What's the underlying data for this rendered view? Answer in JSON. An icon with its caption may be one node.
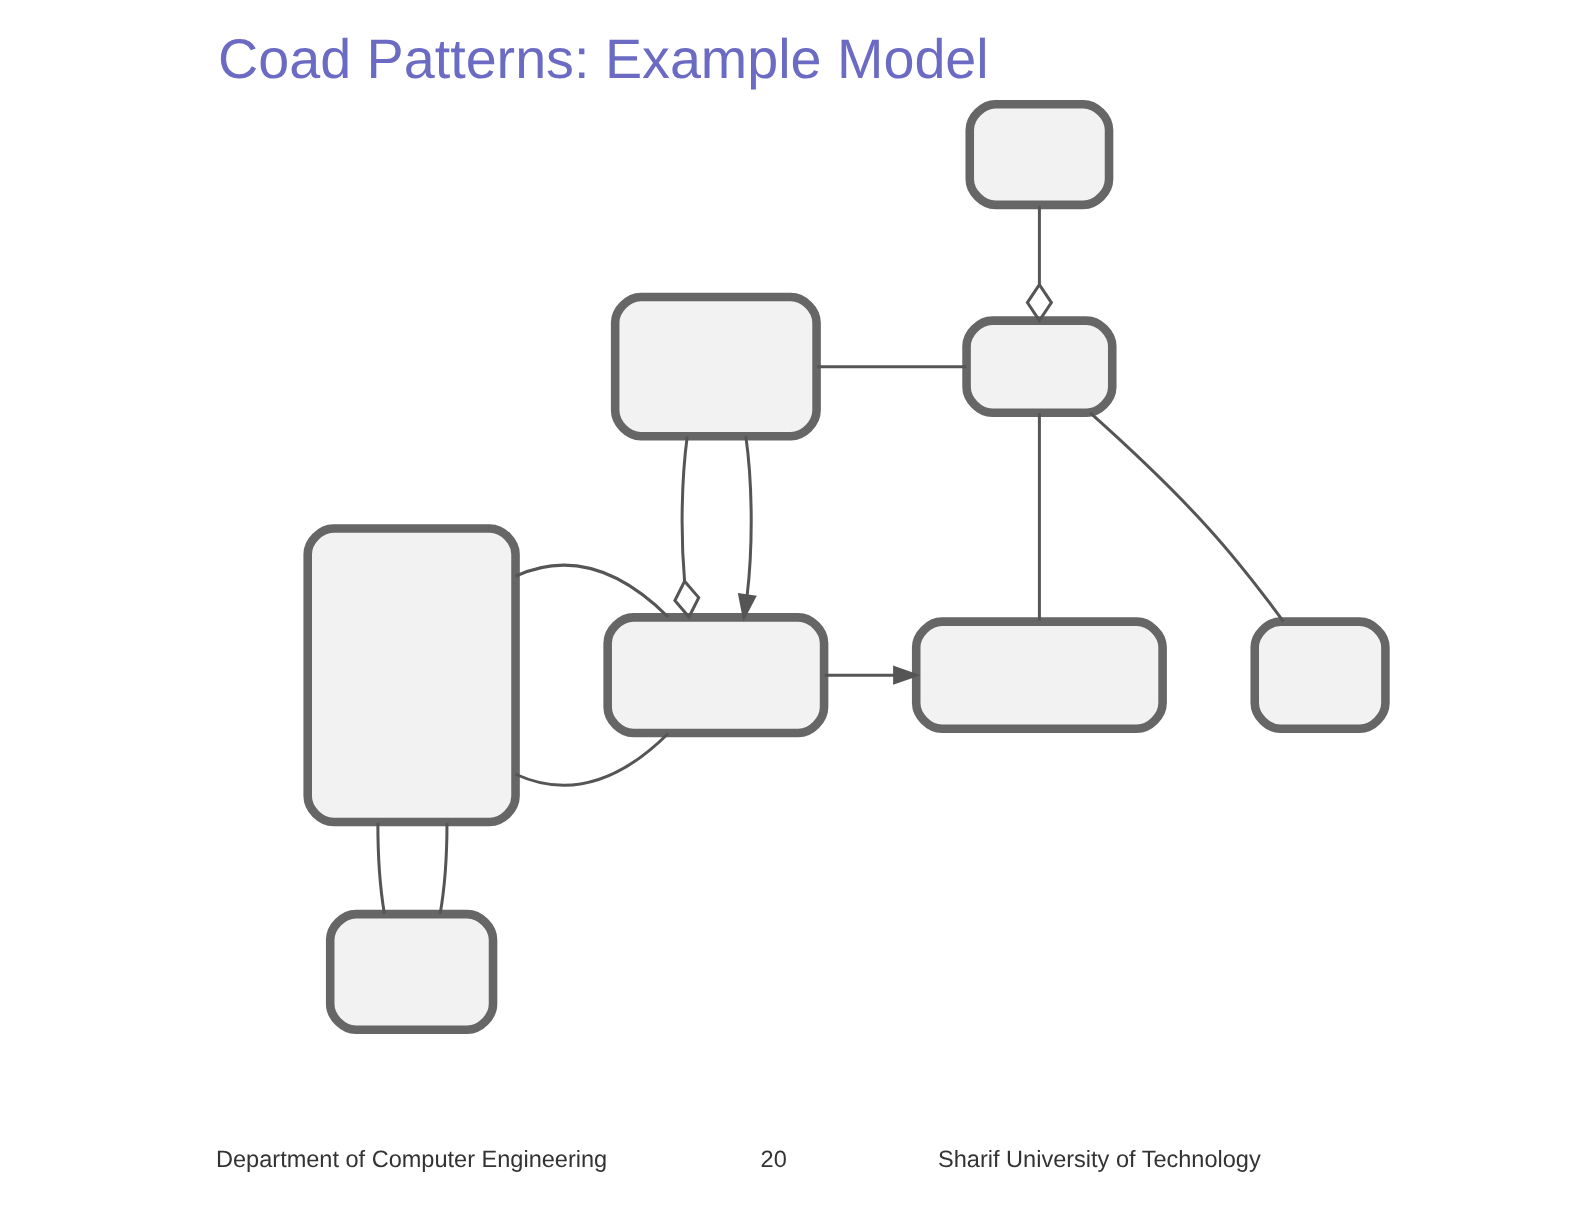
{
  "diagram": {
    "title": "Coad Patterns: Example Model",
    "nodes": [
      {
        "text": [],
        "shape": "box"
      },
      {
        "text": [],
        "shape": "box"
      },
      {
        "text": [],
        "shape": "box"
      },
      {
        "text": [],
        "shape": "box"
      },
      {
        "text": [],
        "shape": "box"
      },
      {
        "text": [],
        "shape": "box"
      },
      {
        "text": [],
        "shape": "box"
      },
      {
        "text": [],
        "shape": "box"
      }
    ],
    "edges": [
      {
        "from": 0,
        "to": 2,
        "arrow": "other"
      },
      {
        "from": 1,
        "to": 2,
        "arrow": "none"
      },
      {
        "from": 1,
        "to": 4,
        "arrow": "other"
      },
      {
        "from": 1,
        "to": 4,
        "arrow": "to"
      },
      {
        "from": 2,
        "to": 5,
        "arrow": "none"
      },
      {
        "from": 2,
        "to": 6,
        "arrow": "none"
      },
      {
        "from": 4,
        "to": 5,
        "arrow": "to"
      },
      {
        "from": 3,
        "to": 4,
        "arrow": "none"
      },
      {
        "from": 3,
        "to": 4,
        "arrow": "none"
      },
      {
        "from": 3,
        "to": 7,
        "arrow": "none"
      },
      {
        "from": 3,
        "to": 7,
        "arrow": "none"
      }
    ],
    "labels": [
      "Department of Computer Engineering",
      "20",
      "Sharif University of Technology"
    ]
  }
}
